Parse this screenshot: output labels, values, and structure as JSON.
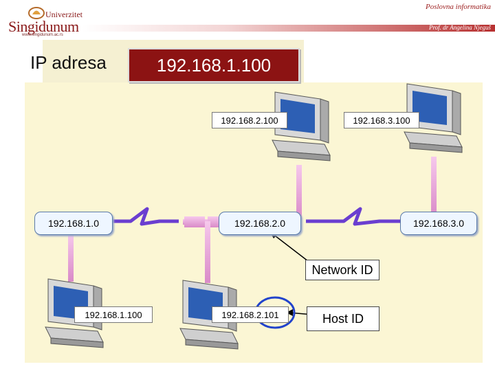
{
  "header": {
    "course": "Poslovna informatika",
    "professor": "Prof. dr Angelina Njeguš",
    "logo_small": "Univerzitet",
    "logo_name": "Singidunum",
    "logo_web": "www.singidunum.ac.rs"
  },
  "title": "IP adresa",
  "ip_example": "192.168.1.100",
  "networks": {
    "left": "192.168.1.0",
    "center": "192.168.2.0",
    "right": "192.168.3.0"
  },
  "hosts": {
    "top_center": "192.168.2.100",
    "top_right": "192.168.3.100",
    "bottom_left": "192.168.1.100",
    "bottom_center_prefix": "192.168.2.",
    "bottom_center_host": "101"
  },
  "callouts": {
    "network_id": "Network ID",
    "host_id": "Host ID"
  },
  "colors": {
    "accent": "#8c1313",
    "cable": "#e9a0d8",
    "wan_link": "#6a3ed0",
    "highlight": "#2244cc"
  }
}
